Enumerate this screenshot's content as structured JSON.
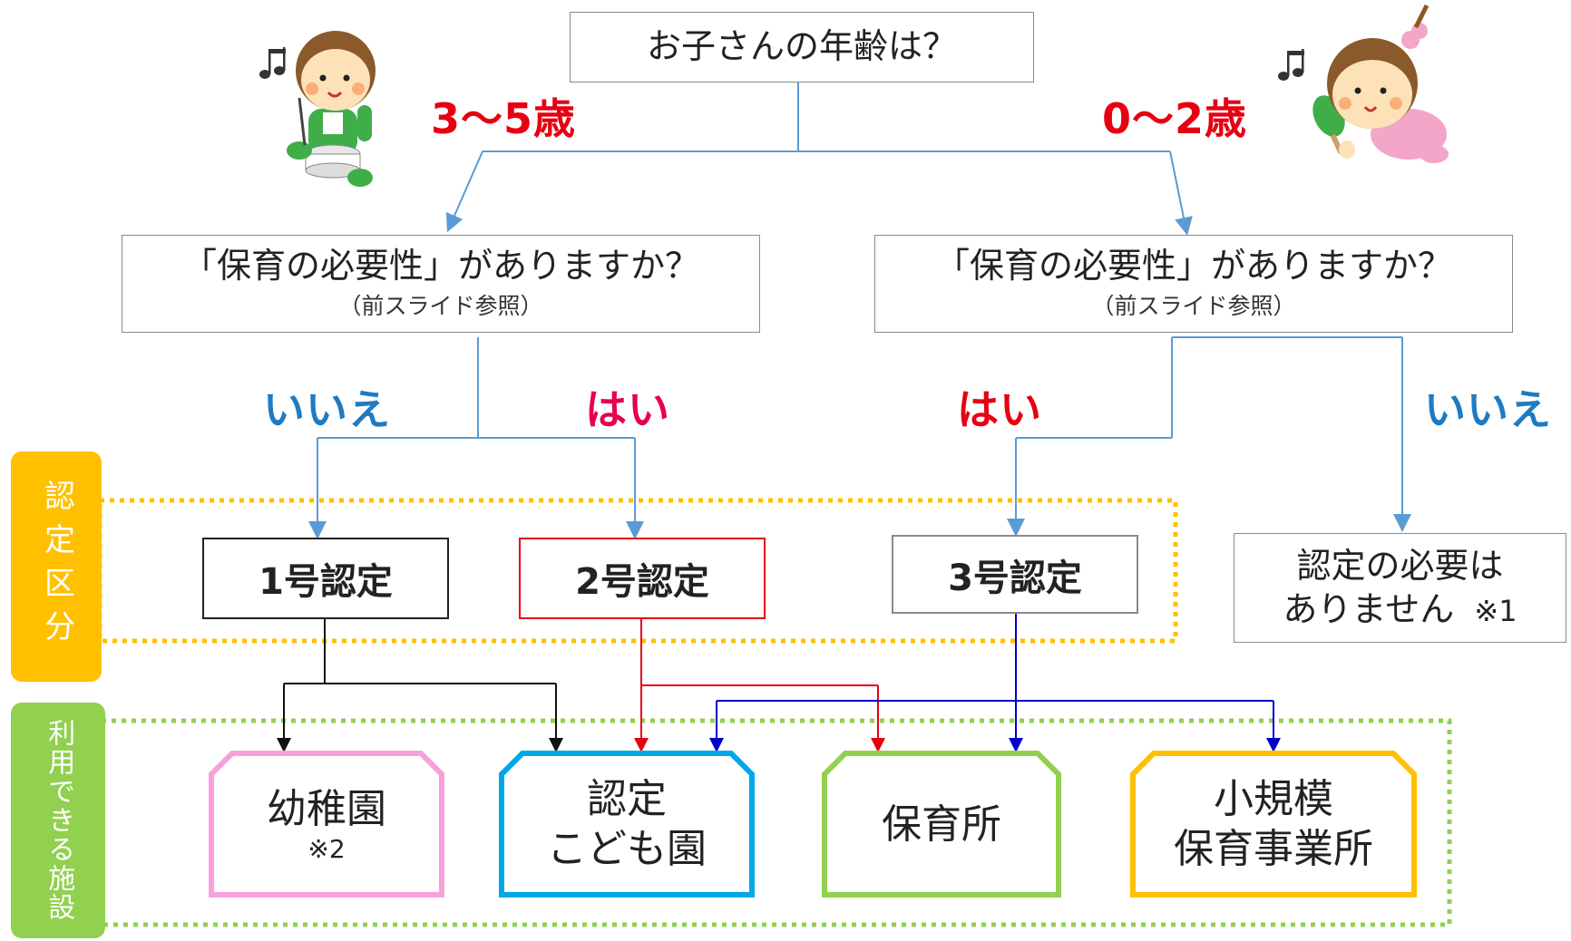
{
  "top_question": "お子さんの年齢は？",
  "age_older": "3～5歳",
  "age_younger": "0～2歳",
  "left_question": {
    "title": "「保育の必要性」がありますか？",
    "note": "（前スライド参照）"
  },
  "right_question": {
    "title": "「保育の必要性」がありますか？",
    "note": "（前スライド参照）"
  },
  "answers": {
    "left_no": "いいえ",
    "left_yes": "はい",
    "right_yes": "はい",
    "right_no": "いいえ"
  },
  "certification_label": "認定区分",
  "certifications": [
    "1号認定",
    "2号認定",
    "3号認定"
  ],
  "no_cert_needed": {
    "line1": "認定の必要は",
    "line2": "ありません",
    "note": "※1"
  },
  "facilities_label": "利用できる施設",
  "facilities": [
    {
      "line1": "幼稚園",
      "note": "※2"
    },
    {
      "line1": "認定",
      "line2": "こども園"
    },
    {
      "line1": "保育所"
    },
    {
      "line1": "小規模",
      "line2": "保育事業所"
    }
  ],
  "colors": {
    "red": "#e60012",
    "blue": "#1f7bc1",
    "flow_blue": "#5b9bd5",
    "orange": "#ffc000",
    "green": "#92d050",
    "pink": "#f7a1da",
    "cyan": "#00a8e8",
    "yellow": "#ffc000",
    "navy": "#0000c8"
  },
  "icons": [
    "boy-drummer-icon",
    "baby-rattle-icon",
    "music-note-icon"
  ]
}
